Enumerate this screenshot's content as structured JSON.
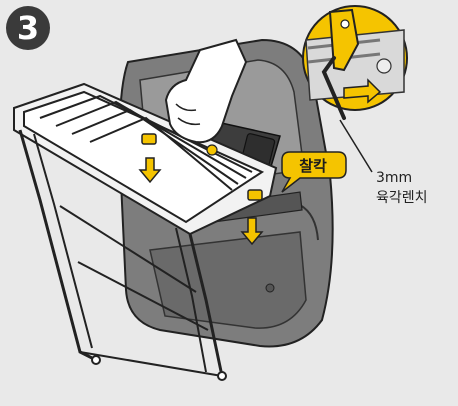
{
  "step": {
    "number": "3"
  },
  "callout": {
    "text": "찰칵"
  },
  "tool": {
    "size": "3mm",
    "name": "육각렌치"
  },
  "icons": {
    "step_badge": "numbered-circle",
    "arrows": "down-arrow",
    "zoom_detail": "magnified-clamp",
    "wrench": "hex-wrench"
  },
  "colors": {
    "background": "#e9e9e9",
    "highlight": "#f5c400",
    "bag": "#7d7d7d",
    "bag_dark": "#555555",
    "rack": "#ffffff",
    "outline": "#222222"
  }
}
